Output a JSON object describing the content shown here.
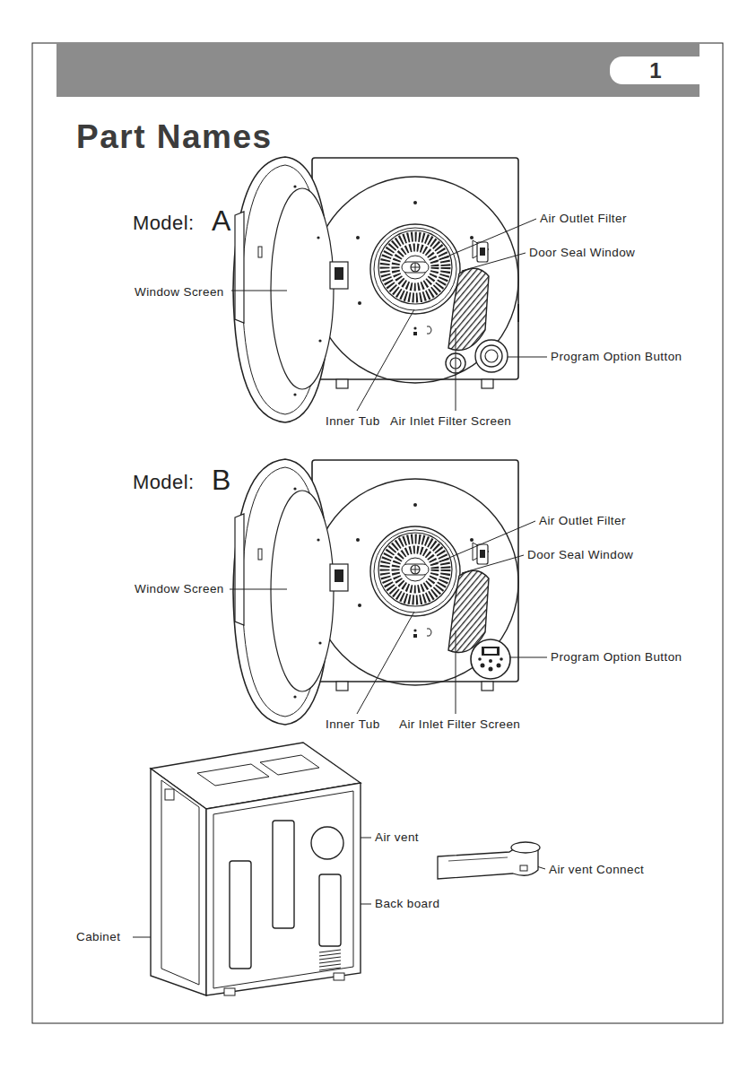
{
  "diagram": {
    "title": "Part Names",
    "nodes": [
      {
        "text": [
          "1"
        ]
      }
    ],
    "labels": [
      "Model:",
      "A",
      "Window Screen",
      "Air Outlet Filter",
      "Door Seal Window",
      "Program Option Button",
      "Inner Tub",
      "Air Inlet Filter Screen",
      "Model:",
      "B",
      "Window Screen",
      "Air Outlet Filter",
      "Door Seal Window",
      "Program Option Button",
      "Inner Tub",
      "Air Inlet Filter Screen",
      "Air vent",
      "Back board",
      "Cabinet",
      "Air vent Connect"
    ]
  }
}
